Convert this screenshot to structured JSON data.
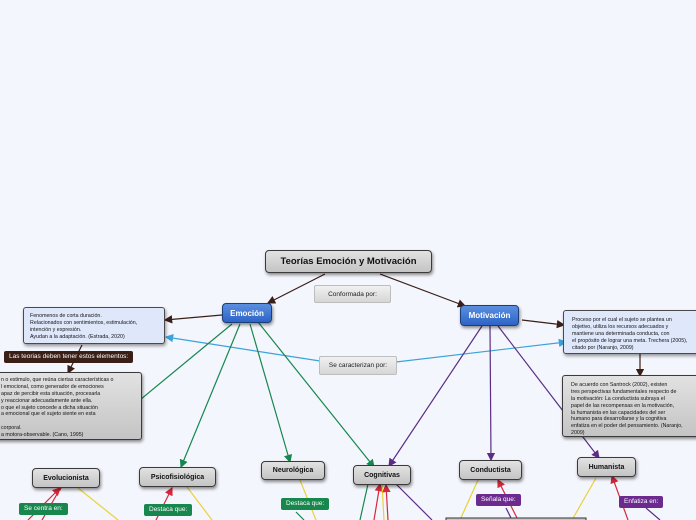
{
  "root": {
    "label": "Teorías Emoción y Motivación"
  },
  "root_link": {
    "label": "Conformada por:"
  },
  "emocion": {
    "label": "Emoción"
  },
  "motivacion": {
    "label": "Motivación"
  },
  "middle_link": {
    "label": "Se caracterizan por:"
  },
  "emocion_def": {
    "lines": [
      "Fenomenos de corta duración.",
      "Relacionados con sentimientos, estimulación,",
      "intención y expresión.",
      "Ayudan a la adaptación. (Estrada, 2020)"
    ]
  },
  "emocion_elements_tag": {
    "label": "Las teorias deben tener estos elementos:"
  },
  "emocion_elements": {
    "lines": [
      "n o estimulo, que reúna ciertas características o",
      "l emocional, como generador de emociones",
      "apaz de percibir esta situación, procesarla",
      "y reaccionar adecuadamente ante ella.",
      "o que el sujeto concede a dicha situación",
      "a emocional que el sujeto siente en esta",
      "",
      "corporal.",
      "a motora-observable. (Cano, 1995)"
    ]
  },
  "motivacion_def": {
    "lines": [
      "Proceso por el cual el sujeto se plantea un",
      "objetivo, utiliza los recursos adecuados y",
      "mantiene una determinada conducta, con",
      "el propósito de lograr una meta. Trechera (2005),",
      "citado por (Naranjo, 2009)"
    ]
  },
  "motivacion_perspectives": {
    "lines": [
      "De acuerdo con Santrock (2002), existen",
      "tres perspectivas fundamentales respecto de",
      "la motivación: La conductista subraya el",
      "papel de las recompensas en la motivación,",
      "la humanista en las capacidades del ser",
      "humano para desarrollarse y la cognitiva",
      "enfatiza en el poder del pensamiento. (Naranjo,",
      "2009)"
    ]
  },
  "theories": {
    "evolucionista": {
      "label": "Evolucionista"
    },
    "psicofisiologica": {
      "label": "Psicofisiológica"
    },
    "neurologica": {
      "label": "Neurológica"
    },
    "cognitivas": {
      "label": "Cognitivas"
    },
    "conductista": {
      "label": "Conductista"
    },
    "humanista": {
      "label": "Humanista"
    }
  },
  "tags": {
    "se_centra": {
      "label": "Se centra en:"
    },
    "destaca_1": {
      "label": "Destaca que:"
    },
    "destaca_2": {
      "label": "Destaca que:"
    },
    "senala": {
      "label": "Señala que:"
    },
    "enfatiza": {
      "label": "Enfatiza en:"
    }
  },
  "colors": {
    "dark_line": "#3a1f16",
    "green_line": "#17874d",
    "purple_line": "#5b2d86",
    "cyan_line": "#3aa3d8",
    "yellow_line": "#e8d23a",
    "red_line": "#d6283a"
  }
}
